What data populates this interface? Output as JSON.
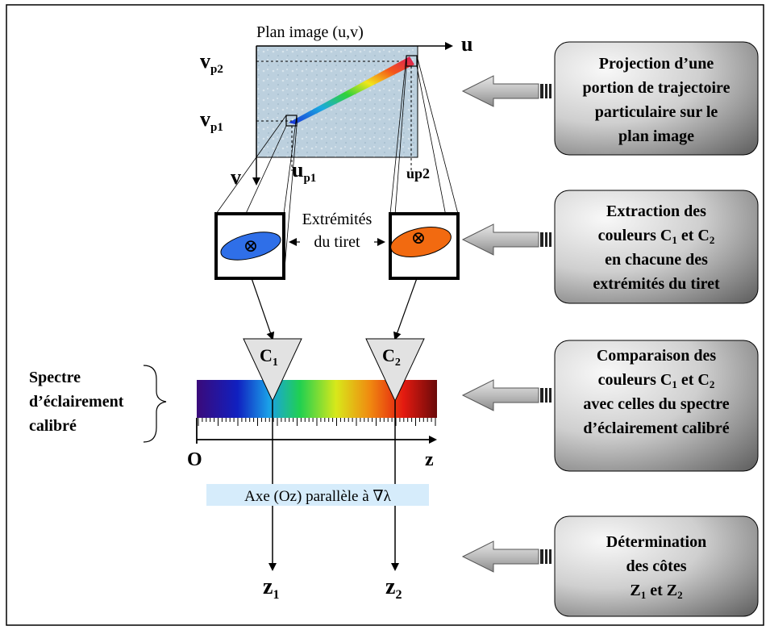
{
  "image_plane": {
    "title": "Plan image (u,v)",
    "axis_u": "u",
    "axis_v": "v",
    "vp2": "v",
    "vp2_sub": "p2",
    "vp1": "v",
    "vp1_sub": "p1",
    "up1": "u",
    "up1_sub": "p1",
    "up2": "up2"
  },
  "extremities": {
    "label_line1": "Extrémités",
    "label_line2": "du tiret",
    "marker": "⊗",
    "left_color": "#2f6fe8",
    "right_color": "#f26a10"
  },
  "triangles": {
    "c1": "C",
    "c1_sub": "1",
    "c2": "C",
    "c2_sub": "2"
  },
  "spectrum": {
    "label_line1": "Spectre",
    "label_line2": "d’éclairement",
    "label_line3": "calibré",
    "origin": "O",
    "axis_end": "z"
  },
  "axis_caption": "Axe (Oz) parallèle à ∇λ",
  "outputs": {
    "z1": "z",
    "z1_sub": "1",
    "z2": "z",
    "z2_sub": "2"
  },
  "steps": {
    "step1": {
      "l1": "Projection d’une",
      "l2": "portion de trajectoire",
      "l3": "particulaire sur le",
      "l4": "plan image"
    },
    "step2": {
      "l1": "Extraction des",
      "l2a": "couleurs C",
      "l2s1": "1",
      "l2b": " et C",
      "l2s2": "2",
      "l3": "en chacune des",
      "l4": "extrémités du tiret"
    },
    "step3": {
      "l1": "Comparaison des",
      "l2a": "couleurs C",
      "l2s1": "1",
      "l2b": " et C",
      "l2s2": "2",
      "l3": "avec celles du spectre",
      "l4": "d’éclairement calibré"
    },
    "step4": {
      "l1": "Détermination",
      "l2": "des côtes",
      "l3a": "Z",
      "l3s1": "1",
      "l3b": " et Z",
      "l3s2": "2"
    }
  },
  "colors": {
    "plane_bg": "#bcd0de",
    "caption_bg": "#d6ecfb",
    "box_dark": "#6e6e6e",
    "box_light": "#f4f4f4"
  }
}
